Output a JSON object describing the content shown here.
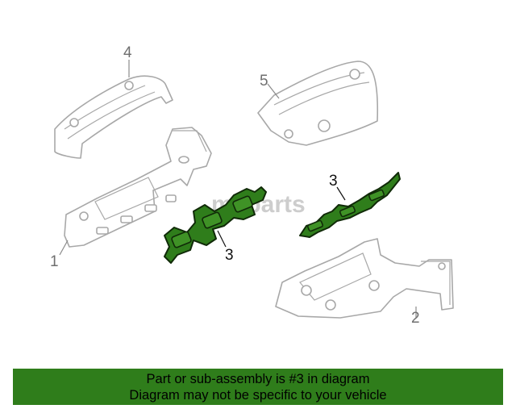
{
  "diagram": {
    "watermark": "myparts",
    "callouts": {
      "part1": "1",
      "part2": "2",
      "part3_left": "3",
      "part3_right": "3",
      "part4": "4",
      "part5": "5"
    },
    "highlight_color": "#2f7d1b"
  },
  "banner": {
    "line1": "Part or sub-assembly is #3 in diagram",
    "line2": "Diagram may not be specific to your vehicle",
    "background": "#2f7d1b"
  }
}
